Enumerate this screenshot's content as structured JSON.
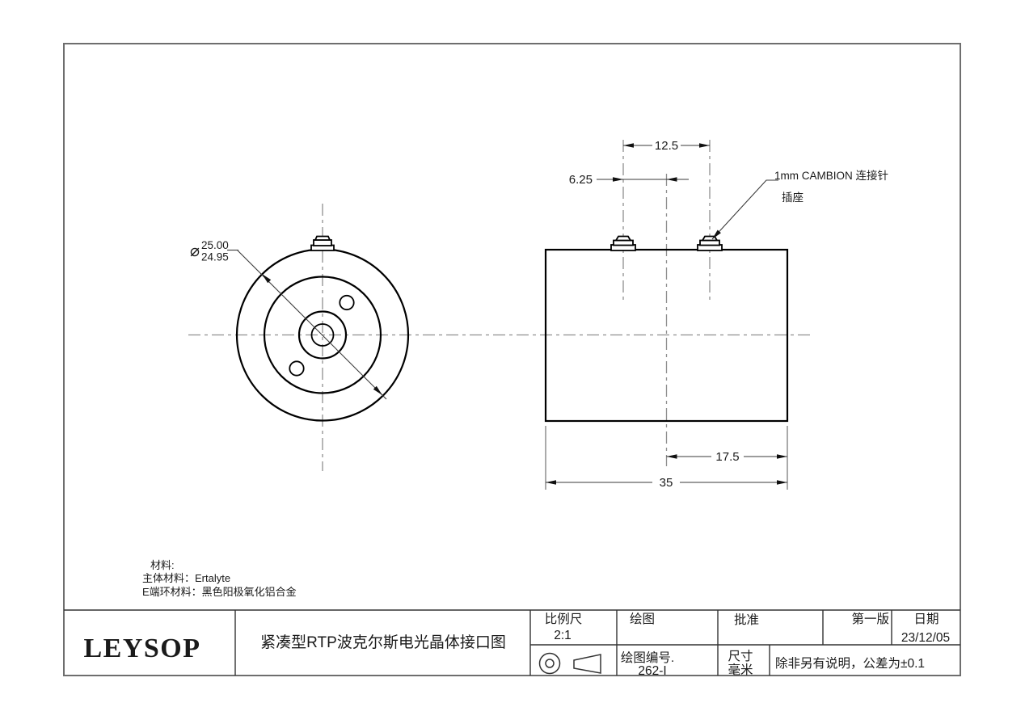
{
  "colors": {
    "logo_blue": "#2222cc",
    "line_black": "#000000",
    "centerline_gray": "#8f8f8f"
  },
  "annotations": {
    "diameter": {
      "symbol": "⌀",
      "upper": "25.00",
      "lower": "24.95"
    },
    "dim_pin_spacing": "12.5",
    "dim_pin_offset": "6.25",
    "dim_right_length": "17.5",
    "dim_total_length": "35",
    "connector_note_line1": "1mm CAMBION 连接针",
    "connector_note_line2": "插座"
  },
  "materials": {
    "heading": "材料:",
    "body_material": "主体材料：Ertalyte",
    "end_ring_material": "E端环材料：黑色阳极氧化铝合金"
  },
  "title_block": {
    "logo": "LEYSOP",
    "title": "紧凑型RTP波克尔斯电光晶体接口图",
    "scale_label": "比例尺",
    "scale_value": "2:1",
    "drawn_label": "绘图",
    "approved_label": "批准",
    "edition_label": "第一版",
    "date_label": "日期",
    "date_value": "23/12/05",
    "drawing_no_label": "绘图编号.",
    "drawing_no_value": "262-I",
    "size_label": "尺寸",
    "size_unit": "毫米",
    "tolerance_note": "除非另有说明，公差为±0.1"
  }
}
